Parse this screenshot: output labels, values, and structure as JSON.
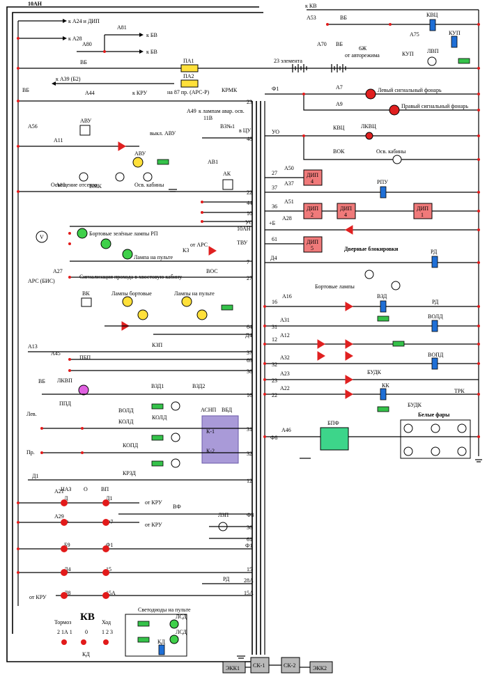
{
  "labels": {
    "w10ah_top": "10АН",
    "k_kb": "к КВ",
    "k_a24": "к А24 и ДИП",
    "k_a28": "к А28",
    "a81": "А81",
    "k_bv1": "к БВ",
    "a80": "А80",
    "k_bv2": "к БВ",
    "vb1": "ВБ",
    "a53": "А53",
    "vb2": "ВБ",
    "kvc": "КВЦ",
    "a75": "А75",
    "kup1": "КУП",
    "a70": "А70",
    "vb3": "ВБ",
    "w6zh": "6Ж",
    "ot_avto": "от авторежима",
    "kup2": "КУП",
    "lvp": "ЛВП",
    "pa1": "ПА1",
    "elements23": "23 элемента",
    "k_a39": "к А39 (Б2)",
    "pa2": "ПА2",
    "na87": "на 87 пр. (АРС-Р)",
    "vb4": "ВБ",
    "a44": "А44",
    "k_kru": "к КРУ",
    "krmk": "КРМК",
    "w23": "23",
    "f1": "Ф1",
    "a7": "А7",
    "left_lamp": "Левый сигнальный фонарь",
    "a9": "А9",
    "right_lamp": "Правый сигнальный фонарь",
    "a49": "А49",
    "k_lampam": "к лампам авар. осв.",
    "w11v": "11В",
    "a56": "А56",
    "avu": "АВУ",
    "vykl_avu": "выкл. АВУ",
    "vzn1": "ВЗ№1",
    "v_cu": "в ЦУ",
    "w48": "48",
    "uo1": "УО",
    "kvc2": "КВЦ",
    "lkvc": "ЛКВЦ",
    "a11": "А11",
    "avu2": "АВУ",
    "av1": "АВ1",
    "vok": "ВОК",
    "osv_kab1": "Осв. кабины",
    "osv_otsekov": "Освещение отсеков",
    "osv_kab2": "Осв. кабины",
    "w27a": "27",
    "a50": "А50",
    "dip4a": "ДИП",
    "dip4a_n": "4",
    "a10": "А10",
    "vmk": "ВМК",
    "ak": "АК",
    "w22": "22",
    "w37a": "37",
    "a37": "А37",
    "rpu": "РПУ",
    "w44": "44",
    "w10": "10",
    "w36a": "36",
    "a51": "А51",
    "dip2": "ДИП",
    "dip2_n": "2",
    "dip4b": "ДИП",
    "dip4b_n": "4",
    "dip1": "ДИП",
    "dip1_n": "1",
    "uo2": "УО",
    "plus_b": "+Б",
    "a28": "А28",
    "w10ah": "10АН",
    "bort_green": "Бортовые зелёные лампы РП",
    "w61": "61",
    "dip5": "ДИП",
    "dip5_n": "5",
    "dver_block": "Дверные блокировки",
    "ot_ars": "от АРС",
    "k3": "К3",
    "tvu": "ТВУ",
    "lampa_pult": "Лампа на пульте",
    "w7": "7",
    "d4": "Д4",
    "rd1": "РД",
    "a27": "А27",
    "ars_bis": "АРС (БИС)",
    "signal_prohod": "Сигнализация прохода в хвостовую кабину",
    "vos": "ВОС",
    "w27b": "27",
    "bort_lamps": "Бортовые лампы",
    "vk": "ВК",
    "lampy_bort": "Лампы бортовые",
    "lampy_pult": "Лампы на пульте",
    "w16a": "16",
    "a16": "А16",
    "vzd": "ВЗД",
    "rd2": "РД",
    "w64": "64",
    "w31a": "31",
    "a31": "А31",
    "vold1": "ВОЛД",
    "d4b": "Д4",
    "w12a": "12",
    "a12": "А12",
    "a13": "А13",
    "kzp": "КЗП",
    "w37b": "37",
    "a45": "А45",
    "pbp": "ПБП",
    "w69": "69",
    "w32a": "32",
    "a32": "А32",
    "vopd": "ВОПД",
    "vb5": "ВБ",
    "w36b": "36",
    "lkvp": "ЛКВП",
    "budk1": "БУДК",
    "a23": "А23",
    "w23b": "23",
    "kk": "КК",
    "w22b": "22",
    "a22": "А22",
    "budk2": "БУДК",
    "trk": "ТРК",
    "vzd1": "ВЗД1",
    "vzd2": "ВЗД2",
    "w16b": "16",
    "ppd": "ППД",
    "lev": "Лев.",
    "vold2": "ВОЛД",
    "kold1": "КОЛД",
    "kold2": "КОЛД",
    "asnp": "АСНП",
    "vbd": "ВБД",
    "k1": "К-1",
    "k2": "К-2",
    "w31b": "31",
    "f8a": "Ф8",
    "a46": "А46",
    "bpf": "БПФ",
    "white_lights": "Белые фары",
    "pr": "Пр.",
    "kopd": "КОПД",
    "w32b": "32",
    "krzd": "КРЗД",
    "d1": "Д1",
    "w12b": "12",
    "a21": "А21",
    "naz": "НАЗ",
    "o": "О",
    "vp": "ВП",
    "d_l": "Д",
    "d1_r": "Д1",
    "ot_kru1": "от КРУ",
    "a29": "А29",
    "f_l": "Ф",
    "f7": "Ф7",
    "vf": "ВФ",
    "ot_kru2": "от КРУ",
    "f8b": "Ф8",
    "lzp": "ЛЗП",
    "w36c": "36",
    "b9": "Б9",
    "f1b": "Ф1",
    "w61b": "61",
    "f1c": "Ф1",
    "d4c": "Д4",
    "w15": "15",
    "w15b": "15",
    "rd3": "РД",
    "w28a": "28А",
    "ot_kru3": "от КРУ",
    "d8": "Д8",
    "w15a": "15А",
    "w15a2": "15А",
    "kv": "КВ",
    "tormoz": "Тормоз",
    "hod": "Ход",
    "pos_t": "2  1А 1",
    "pos_0": "0",
    "pos_h": "1  2  3",
    "kd1": "КД",
    "svetodiody": "Светодиоды на пульте",
    "lsd1": "ЛСД",
    "lsd2": "ЛСД",
    "kd2": "КД",
    "ekk1": "ЭКК1",
    "sk1": "СК-1",
    "sk2": "СК-2",
    "ekk2": "ЭКК2"
  },
  "colors": {
    "wire": "#000000",
    "junction": "#e21a1a",
    "dip_fill": "#f07a7a",
    "relay_blue": "#1f6fd6",
    "resistor_green": "#35c24a",
    "lamp_yellow": "#ffe03a",
    "lamp_green": "#3fd04a",
    "signal_red": "#e02020",
    "asnp_violet": "#a99ad8",
    "bpf_green": "#3dd58a",
    "connector_gray": "#b8b8b8"
  }
}
